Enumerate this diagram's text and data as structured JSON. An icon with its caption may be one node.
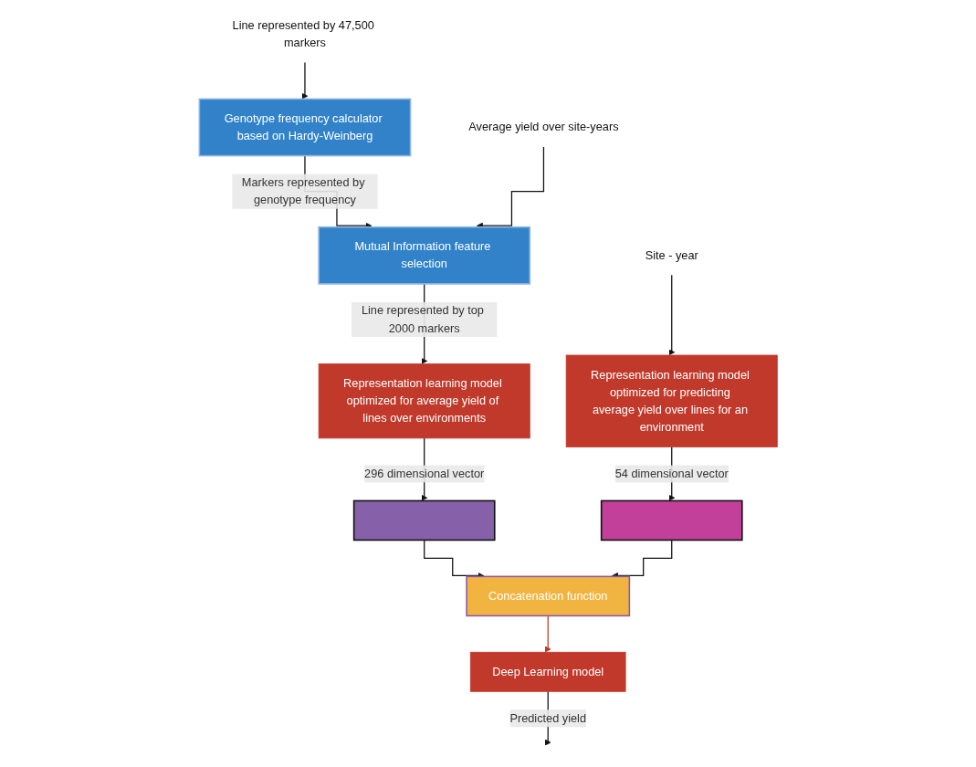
{
  "diagram": {
    "nodes": [
      {
        "text": [
          "Line represented by 47,500 markers"
        ]
      },
      {
        "text": [
          "Genotype frequency calculator based on Hardy-Weinberg"
        ]
      },
      {
        "text": [
          "Mutual Information feature selection"
        ]
      },
      {
        "text": [
          "Average yield over site-years"
        ]
      },
      {
        "text": [
          "Representation learning model optimized for average yield of lines over environments"
        ]
      },
      {
        "text": [
          "Site - year"
        ]
      },
      {
        "text": [
          "Representation learning model optimized for predicting average yield over lines for an environment"
        ]
      },
      {
        "text": [],
        "shape": "bar"
      },
      {
        "text": [],
        "shape": "bar"
      },
      {
        "text": [
          "Concatenation function"
        ]
      },
      {
        "text": [
          "Deep Learning model"
        ]
      }
    ],
    "edges": [
      {
        "from": 0,
        "to": 1,
        "arrow": "to"
      },
      {
        "from": 1,
        "to": 2,
        "arrow": "to",
        "label": "Markers represented by genotype frequency"
      },
      {
        "from": 3,
        "to": 2,
        "arrow": "to"
      },
      {
        "from": 2,
        "to": 4,
        "arrow": "to",
        "label": "Line represented by top 2000 markers"
      },
      {
        "from": 5,
        "to": 6,
        "arrow": "to"
      },
      {
        "from": 4,
        "to": 7,
        "arrow": "to",
        "label": "296 dimensional vector"
      },
      {
        "from": 6,
        "to": 8,
        "arrow": "to",
        "label": "54 dimensional vector"
      },
      {
        "from": 7,
        "to": 9,
        "arrow": "to"
      },
      {
        "from": 8,
        "to": 9,
        "arrow": "to"
      },
      {
        "from": 9,
        "to": 10,
        "arrow": "to",
        "color": "#c0392b"
      },
      {
        "from": 10,
        "to": null,
        "arrow": "to",
        "label": "Predicted yield"
      }
    ]
  }
}
